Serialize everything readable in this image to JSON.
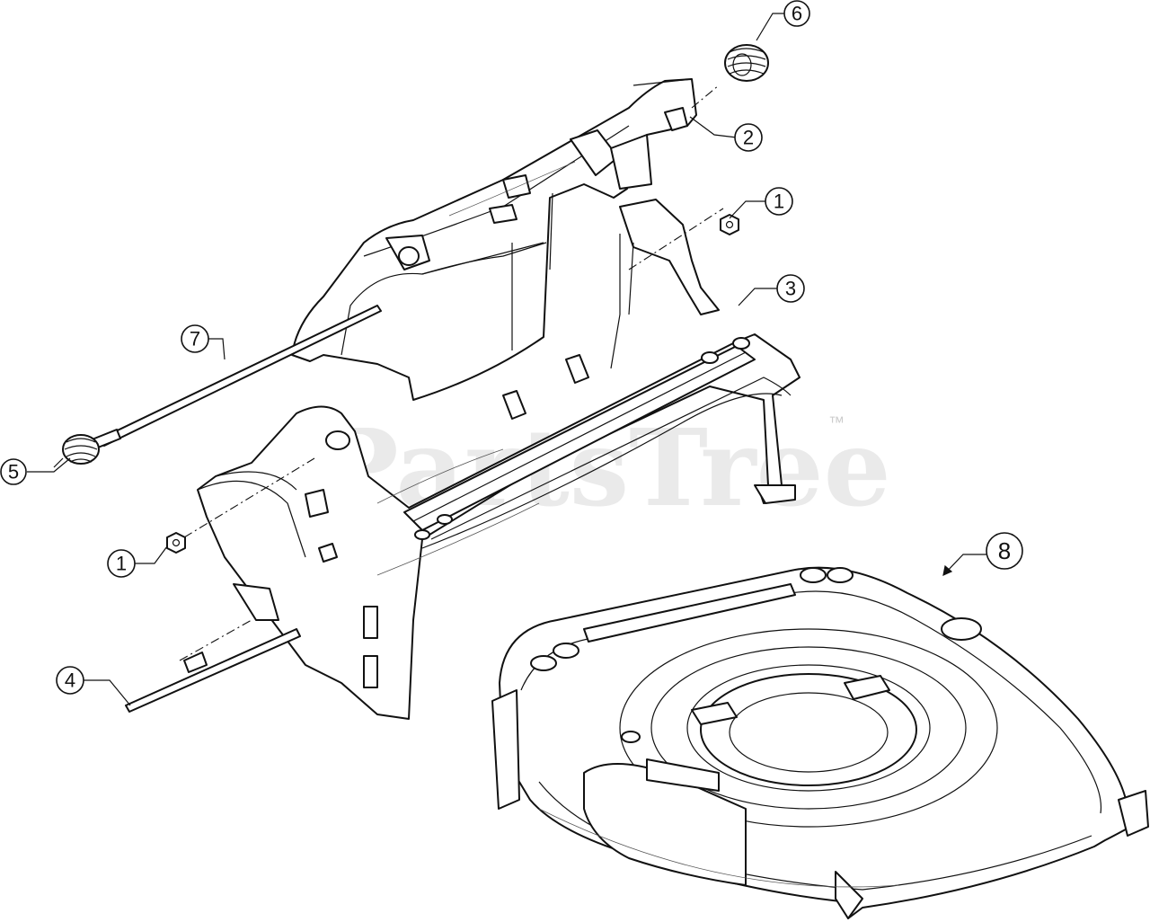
{
  "watermark": {
    "brand": "PartsTree",
    "trademark": "™"
  },
  "callouts": [
    {
      "id": "c1a",
      "label": "1"
    },
    {
      "id": "c1b",
      "label": "1"
    },
    {
      "id": "c2",
      "label": "2"
    },
    {
      "id": "c3",
      "label": "3"
    },
    {
      "id": "c4",
      "label": "4"
    },
    {
      "id": "c5",
      "label": "5"
    },
    {
      "id": "c6",
      "label": "6"
    },
    {
      "id": "c7",
      "label": "7"
    },
    {
      "id": "c8",
      "label": "8"
    }
  ]
}
